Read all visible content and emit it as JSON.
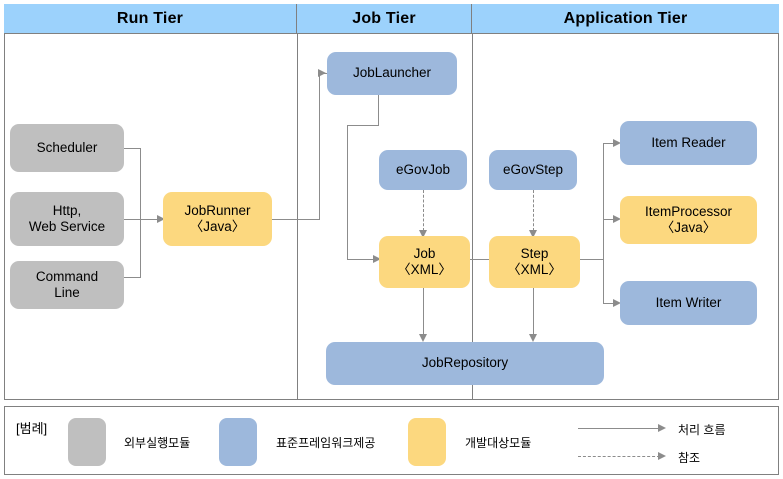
{
  "tiers": [
    {
      "label": "Run Tier"
    },
    {
      "label": "Job Tier"
    },
    {
      "label": "Application Tier"
    }
  ],
  "nodes": {
    "scheduler": {
      "line1": "Scheduler",
      "line2": "",
      "kind": "gray"
    },
    "http_web": {
      "line1": "Http,",
      "line2": "Web Service",
      "kind": "gray"
    },
    "command_line": {
      "line1": "Command",
      "line2": "Line",
      "kind": "gray"
    },
    "job_runner": {
      "line1": "JobRunner",
      "line2": "〈Java〉",
      "kind": "yellow"
    },
    "job_launcher": {
      "line1": "JobLauncher",
      "line2": "",
      "kind": "blue"
    },
    "egov_job": {
      "line1": "eGovJob",
      "line2": "",
      "kind": "blue"
    },
    "job_xml": {
      "line1": "Job",
      "line2": "〈XML〉",
      "kind": "yellow"
    },
    "egov_step": {
      "line1": "eGovStep",
      "line2": "",
      "kind": "blue"
    },
    "step_xml": {
      "line1": "Step",
      "line2": "〈XML〉",
      "kind": "yellow"
    },
    "item_reader": {
      "line1": "Item Reader",
      "line2": "",
      "kind": "blue"
    },
    "item_processor": {
      "line1": "ItemProcessor",
      "line2": "〈Java〉",
      "kind": "yellow"
    },
    "item_writer": {
      "line1": "Item Writer",
      "line2": "",
      "kind": "blue"
    },
    "job_repository": {
      "line1": "JobRepository",
      "line2": "",
      "kind": "blue"
    }
  },
  "legend": {
    "title": "[범례]",
    "items": [
      {
        "label": "외부실행모듈",
        "color": "#BFBFBF"
      },
      {
        "label": "표준프레임워크제공",
        "color": "#9DB8DC"
      },
      {
        "label": "개발대상모듈",
        "color": "#FCD87F"
      }
    ],
    "lines": [
      {
        "label": "처리 흐름",
        "style": "solid"
      },
      {
        "label": "참조",
        "style": "dashed"
      }
    ]
  },
  "colors": {
    "header_blue": "#9CD2FC",
    "gray": "#BFBFBF",
    "blue": "#9DB8DC",
    "yellow": "#FCD87F",
    "border": "#808080",
    "connector": "#8C8C8C"
  }
}
